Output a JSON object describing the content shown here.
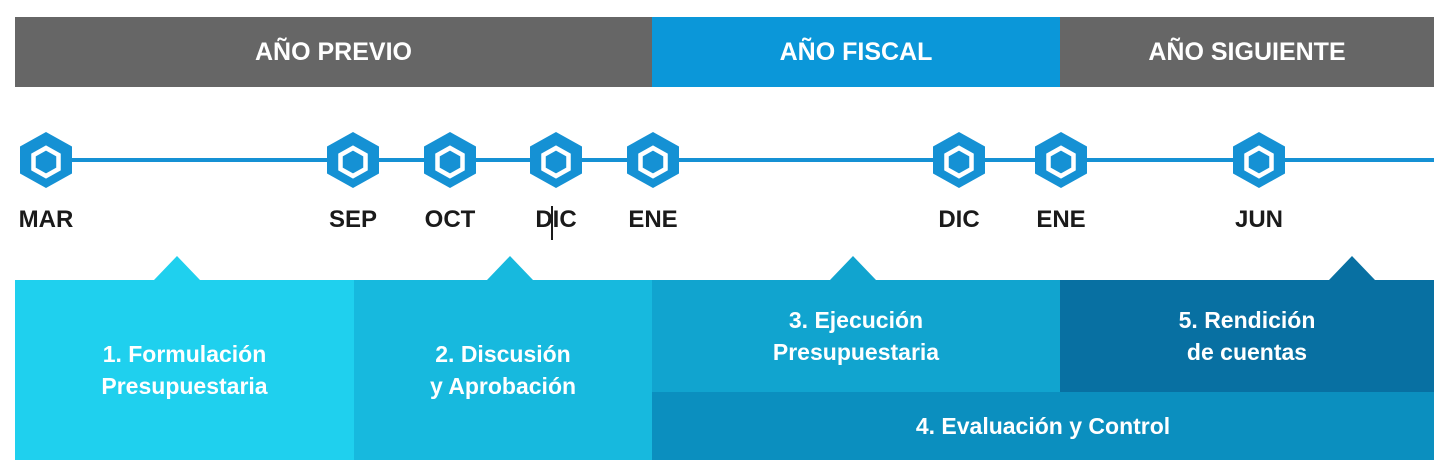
{
  "periods": [
    {
      "label": "AÑO PREVIO",
      "color": "#666666"
    },
    {
      "label": "AÑO FISCAL",
      "color": "#0b97d9"
    },
    {
      "label": "AÑO SIGUIENTE",
      "color": "#666666"
    }
  ],
  "timeline": {
    "line_color": "#1591d4",
    "months": [
      "MAR",
      "SEP",
      "OCT",
      "DIC",
      "ENE",
      "DIC",
      "ENE",
      "JUN"
    ]
  },
  "phases": [
    {
      "label": "1. Formulación\nPresupuestaria",
      "color": "#1fd0ee"
    },
    {
      "label": "2. Discusión\ny Aprobación",
      "color": "#17b9de"
    },
    {
      "label": "3. Ejecución\nPresupuestaria",
      "color": "#11a4cf"
    },
    {
      "label": "5. Rendición\nde cuentas",
      "color": "#0870a2"
    },
    {
      "label": "4. Evaluación y Control",
      "color": "#0b8fbf"
    }
  ]
}
